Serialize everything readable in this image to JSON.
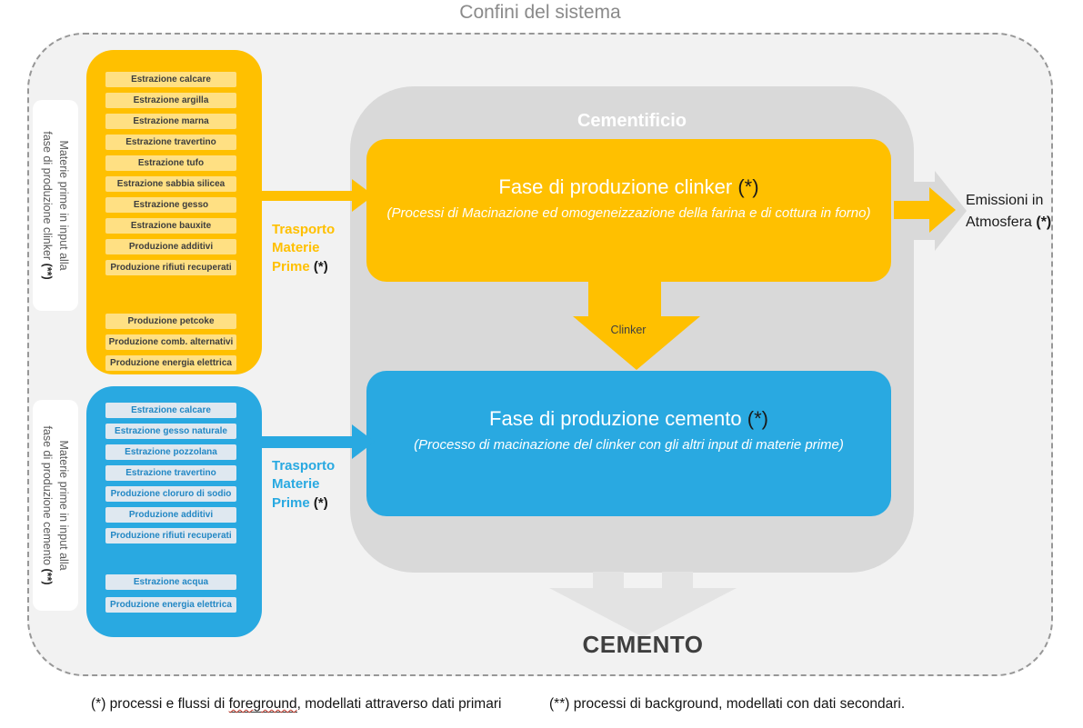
{
  "title": "Confini del sistema",
  "clinker_side": {
    "vertical_label": {
      "line1": "Materie prime in input alla",
      "line2": "fase di produzione clinker ",
      "marker": "(**)"
    },
    "inputs": [
      "Estrazione calcare",
      "Estrazione argilla",
      "Estrazione marna",
      "Estrazione travertino",
      "Estrazione tufo",
      "Estrazione sabbia silicea",
      "Estrazione gesso",
      "Estrazione bauxite",
      "Produzione additivi",
      "Produzione rifiuti recuperati"
    ],
    "energy_inputs": [
      "Produzione petcoke",
      "Produzione comb. alternativi",
      "Produzione energia elettrica"
    ],
    "transport": {
      "line1": "Trasporto",
      "line2": "Materie",
      "line3": "Prime ",
      "marker": "(*)"
    }
  },
  "cement_side": {
    "vertical_label": {
      "line1": "Materie prime in input alla",
      "line2": "fase di produzione cemento ",
      "marker": "(**)"
    },
    "inputs": [
      "Estrazione calcare",
      "Estrazione gesso naturale",
      "Estrazione pozzolana",
      "Estrazione travertino",
      "Produzione cloruro di sodio",
      "Produzione additivi",
      "Produzione rifiuti recuperati"
    ],
    "energy_inputs": [
      "Estrazione acqua",
      "Produzione energia elettrica"
    ],
    "transport": {
      "line1": "Trasporto",
      "line2": "Materie",
      "line3": "Prime ",
      "marker": "(*)"
    }
  },
  "plant": {
    "title": "Cementificio",
    "clinker_phase": {
      "title": "Fase di produzione clinker ",
      "marker": "(*)",
      "subtitle": "(Processi di Macinazione ed omogeneizzazione della farina e di cottura in forno)"
    },
    "clinker_flow_label": "Clinker",
    "cement_phase": {
      "title": "Fase di produzione cemento ",
      "marker": "(*)",
      "subtitle": "(Processo di macinazione del clinker con gli altri input di materie prime)"
    }
  },
  "emissions": {
    "line1": "Emissioni in",
    "line2": "Atmosfera ",
    "marker": "(*)"
  },
  "output_label": "CEMENTO",
  "footnotes": {
    "f1_pre": "(*) processi e flussi di ",
    "f1_underlined": "foreground",
    "f1_post": ", modellati attraverso dati primari",
    "f2": "(**) processi di background, modellati con dati secondari."
  },
  "colors": {
    "yellow": "#FFC000",
    "yellow-light": "#FFE083",
    "blue": "#29A9E1",
    "blue-light": "#DFE8F0",
    "blue-text": "#2287C4",
    "gray-box": "#D9D9D9",
    "gray-arrow": "#E3E3E3",
    "boundary-fill": "#F2F2F2"
  }
}
